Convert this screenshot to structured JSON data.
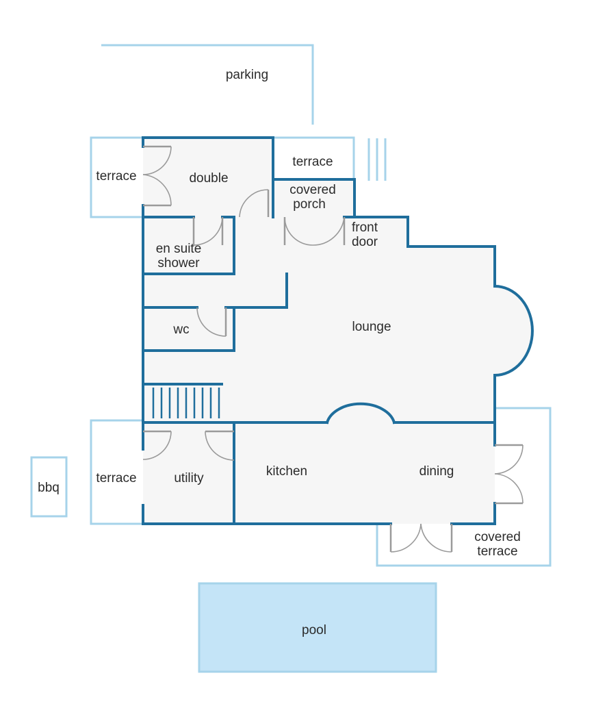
{
  "rooms": {
    "parking": "parking",
    "terrace_top_left": "terrace",
    "double": "double",
    "terrace_top": "terrace",
    "covered_porch_1": "covered",
    "covered_porch_2": "porch",
    "front_door_1": "front",
    "front_door_2": "door",
    "en_suite_1": "en suite",
    "en_suite_2": "shower",
    "wc": "wc",
    "lounge": "lounge",
    "terrace_bottom_left": "terrace",
    "utility": "utility",
    "kitchen": "kitchen",
    "dining": "dining",
    "covered_terrace_1": "covered",
    "covered_terrace_2": "terrace",
    "bbq": "bbq",
    "pool": "pool"
  },
  "colors": {
    "wall": "#1f6e9c",
    "outline": "#a6d3ea",
    "floor": "#f6f6f6",
    "pool": "#c4e4f7",
    "door": "#9a9a9a"
  }
}
